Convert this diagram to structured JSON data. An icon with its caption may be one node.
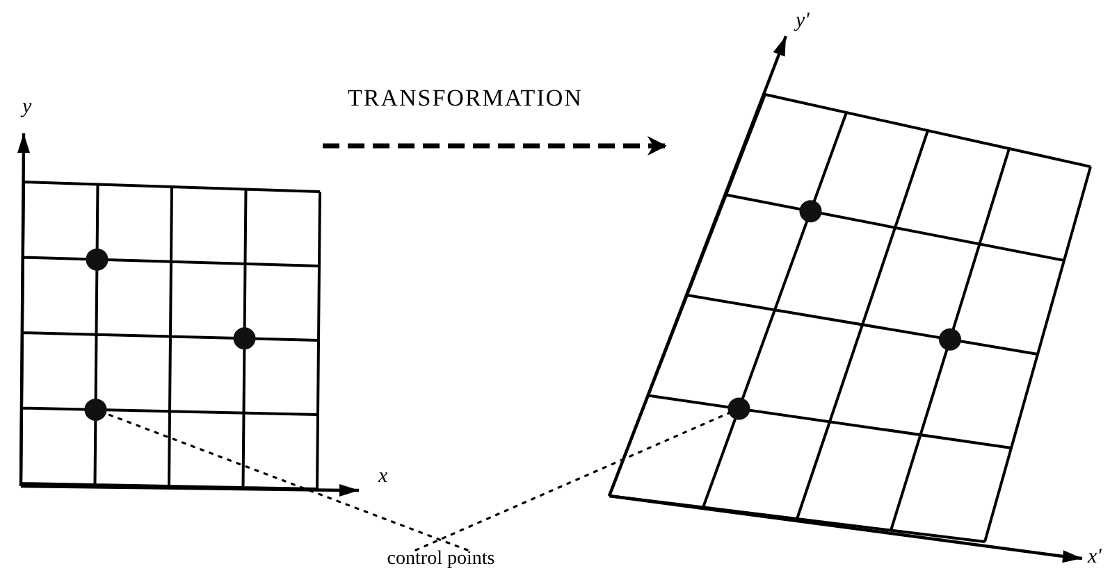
{
  "diagram": {
    "nodes": [
      {
        "text": [],
        "shape": "picture"
      },
      {
        "text": [],
        "shape": "picture"
      },
      {
        "text": [],
        "shape": "circle",
        "in": 0
      },
      {
        "text": [],
        "shape": "circle",
        "in": 0
      },
      {
        "text": [],
        "shape": "circle",
        "in": 0
      },
      {
        "text": [],
        "shape": "circle",
        "in": 1
      },
      {
        "text": [],
        "shape": "circle",
        "in": 1
      },
      {
        "text": [],
        "shape": "circle",
        "in": 1
      },
      {
        "text": [
          "control points"
        ]
      }
    ],
    "edges": [
      {
        "from": 0,
        "to": 1,
        "arrow": "to",
        "style": "dashed",
        "label": "TRANSFORMATION"
      },
      {
        "from": 8,
        "to": 4,
        "arrow": "none",
        "style": "dashed"
      },
      {
        "from": 8,
        "to": 7,
        "arrow": "none",
        "style": "dashed"
      }
    ],
    "labels": [
      "y",
      "x",
      "y'",
      "x'"
    ]
  }
}
